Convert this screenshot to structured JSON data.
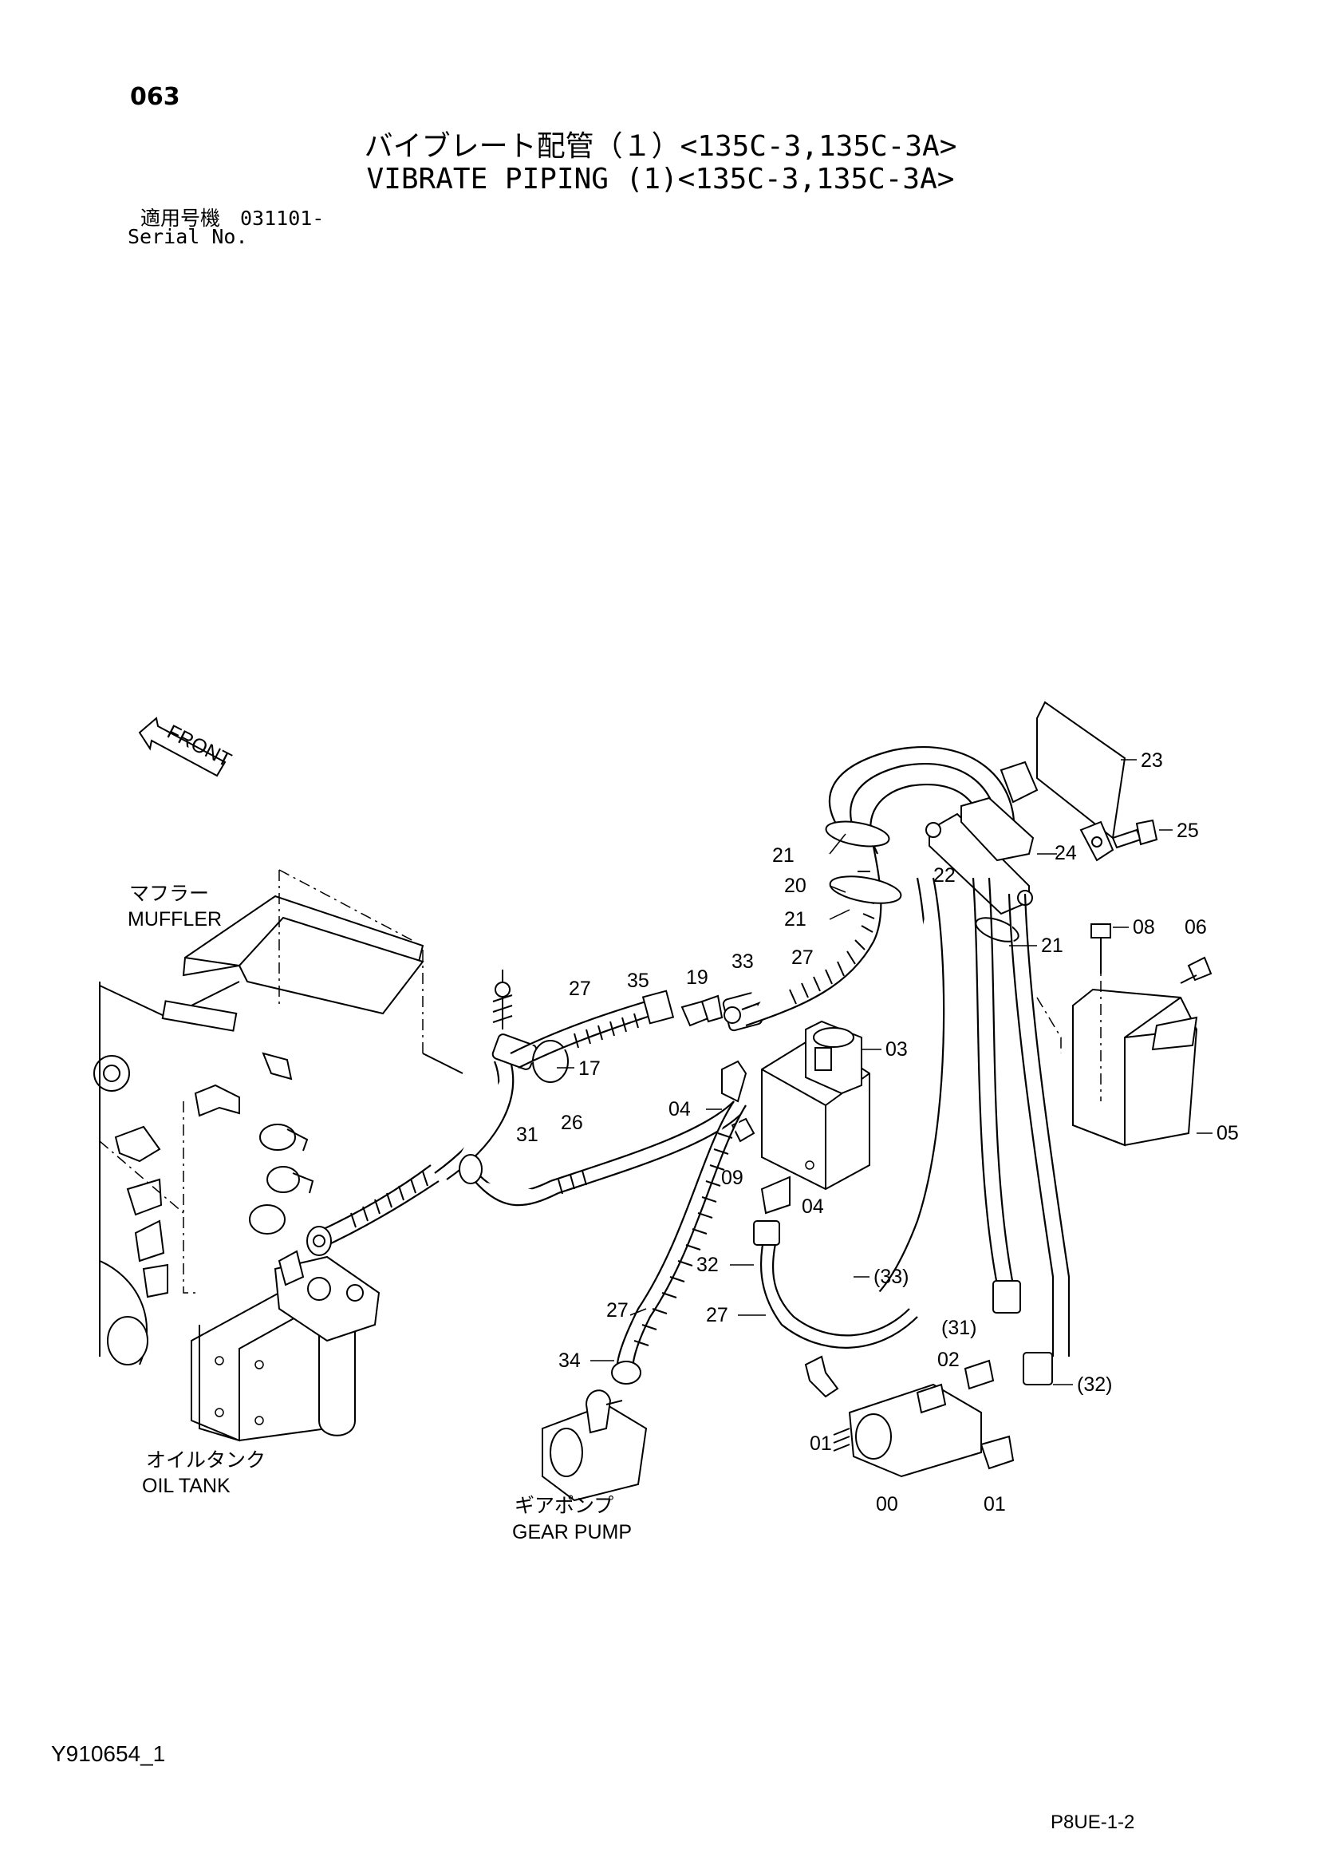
{
  "header": {
    "page_number": "063",
    "title_jp": "バイブレート配管（１）<135C-3,135C-3A>",
    "title_en": "VIBRATE PIPING (1)<135C-3,135C-3A>",
    "serial_label_jp": "適用号機　031101-",
    "serial_label_en": "Serial No."
  },
  "diagram": {
    "front_label": "FRONT",
    "components": {
      "muffler_jp": "マフラー",
      "muffler_en": "MUFFLER",
      "oil_tank_jp": "オイルタンク",
      "oil_tank_en": "OIL  TANK",
      "gear_pump_jp": "ギアポンプ",
      "gear_pump_en": "GEAR PUMP"
    },
    "callouts": {
      "c23": "23",
      "c25": "25",
      "c24": "24",
      "c22": "22",
      "c21a": "21",
      "c20": "20",
      "c21b": "21",
      "c21c": "21",
      "c08": "08",
      "c06": "06",
      "c27a": "27",
      "c35": "35",
      "c19": "19",
      "c33": "33",
      "c27b": "27",
      "c17": "17",
      "c03": "03",
      "c04a": "04",
      "c31": "31",
      "c26": "26",
      "c09": "09",
      "c04b": "04",
      "c05": "05",
      "c32": "32",
      "c33p": "(33)",
      "c27c": "27",
      "c27d": "27",
      "c31p": "(31)",
      "c34": "34",
      "c02": "02",
      "c32p": "(32)",
      "c01a": "01",
      "c00": "00",
      "c01b": "01"
    }
  },
  "footer": {
    "doc_code": "Y910654_1",
    "sheet_code": "P8UE-1-2"
  }
}
